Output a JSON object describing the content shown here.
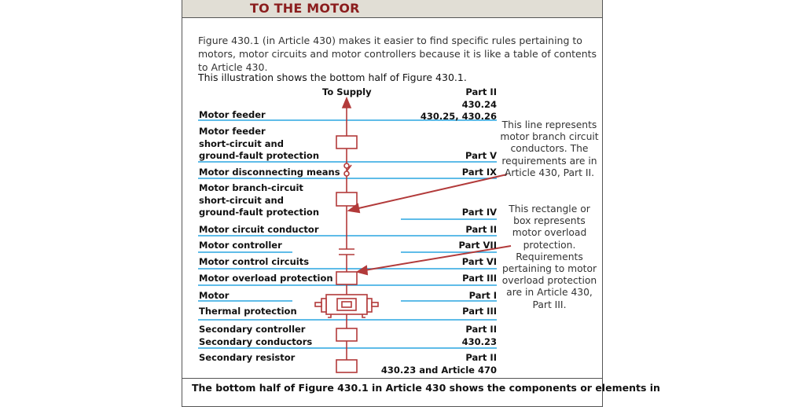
{
  "header": {
    "title": "TO THE MOTOR"
  },
  "intro": "Figure 430.1 (in Article 430) makes it easier to find specific rules pertaining to motors, motor circuits and motor controllers because it is like a table of contents to Article 430.",
  "subheading": "This illustration shows the bottom half of Figure 430.1.",
  "diagram": {
    "supply_label": "To Supply",
    "rows": [
      {
        "label": "Motor feeder",
        "part": "Part II\n430.24\n430.25, 430.26"
      },
      {
        "label": "Motor feeder\nshort-circuit and\nground-fault protection",
        "part": "Part V"
      },
      {
        "label": "Motor disconnecting means",
        "part": "Part IX"
      },
      {
        "label": "Motor branch-circuit\nshort-circuit and\nground-fault protection",
        "part": "Part IV"
      },
      {
        "label": "Motor circuit conductor",
        "part": "Part II"
      },
      {
        "label": "Motor controller",
        "part": "Part VII"
      },
      {
        "label": "Motor control circuits",
        "part": "Part VI"
      },
      {
        "label": "Motor overload protection",
        "part": "Part III"
      },
      {
        "label": "Motor",
        "part": "Part I"
      },
      {
        "label": "Thermal protection",
        "part": "Part III"
      },
      {
        "label": "Secondary controller\nSecondary conductors",
        "part": "Part II\n430.23"
      },
      {
        "label": "Secondary resistor",
        "part": "Part II\n430.23 and Article 470"
      }
    ],
    "annotations": [
      "This line represents motor branch circuit conductors. The requirements are in Article 430, Part II.",
      "This rectangle or box represents motor overload protection. Requirements pertaining to motor overload protection are in Article 430, Part III."
    ],
    "colors": {
      "line": "#2aa6e0",
      "symbol": "#b23a3a",
      "title": "#8b1d1d",
      "header_bg": "#e1ded5"
    }
  },
  "caption": "The bottom half of Figure 430.1 in Article 430 shows the components or elements in"
}
